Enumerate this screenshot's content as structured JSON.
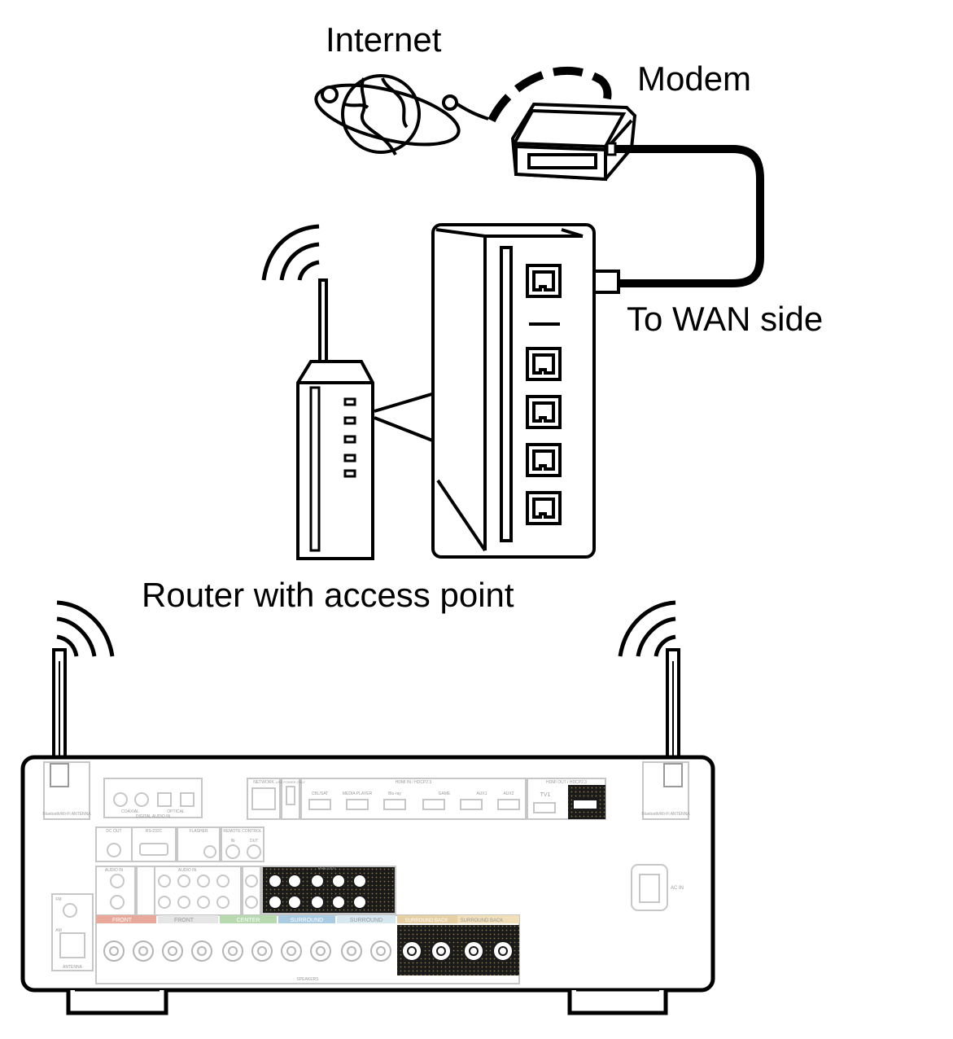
{
  "labels": {
    "internet": "Internet",
    "modem": "Modem",
    "wan": "To WAN side",
    "router": "Router with access point"
  },
  "receiver_panel": {
    "bt_antenna": "Bluetooth/Wi-Fi ANTENNA",
    "network": "NETWORK",
    "usb_power": "USB POWER ONLY",
    "hdmi_in": "HDMI IN / HDCP2.3",
    "hdmi_out": "HDMI OUT / HDCP2.3",
    "hdmi_inputs": [
      "CBL/SAT",
      "MEDIA PLAYER",
      "Blu-ray",
      "GAME",
      "AUX1",
      "AUX2"
    ],
    "tv": "TV1",
    "coaxial": "COAXIAL",
    "optical": "OPTICAL",
    "digital_audio_in": "DIGITAL AUDIO IN",
    "dc_out": "DC OUT",
    "rs232c": "RS-232C",
    "flasher": "FLASHER",
    "remote_control": "REMOTE CONTROL",
    "in": "IN",
    "out": "OUT",
    "audio_in": "AUDIO IN",
    "ac_in": "AC IN",
    "antenna": "ANTENNA",
    "fm": "FM",
    "am": "AM",
    "speakers": "SPEAKERS",
    "front": "FRONT",
    "center": "CENTER",
    "surround": "SURROUND",
    "surround_back": "SURROUND BACK",
    "pre_out": "PRE OUT"
  },
  "colors": {
    "line": "#000000",
    "panel_gray": "#c7c7c7",
    "panel_text": "#9a9a9a",
    "front_r": "#e8a89a",
    "center": "#b7d9b0",
    "surround": "#a9cce3",
    "surround_back": "#e6cfa3"
  }
}
